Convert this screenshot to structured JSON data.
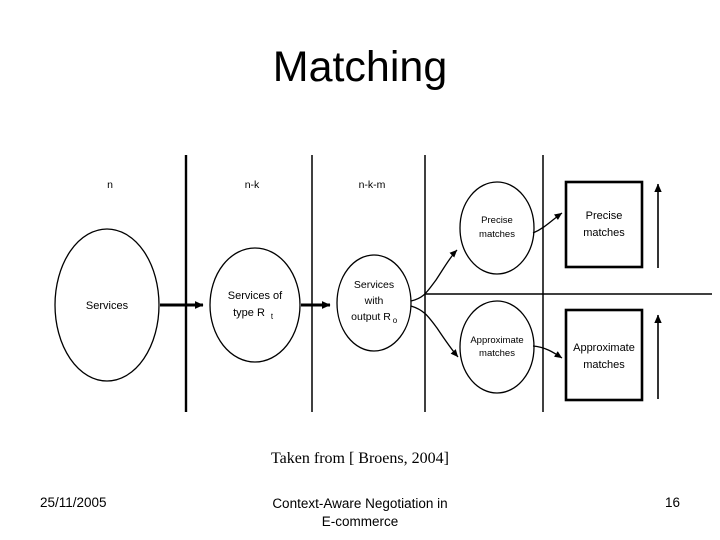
{
  "slide": {
    "title": "Matching",
    "caption": "Taken from [ Broens, 2004]"
  },
  "footer": {
    "date": "25/11/2005",
    "center_line1": "Context-Aware Negotiation in",
    "center_line2": "E-commerce",
    "page_number": "16"
  },
  "diagram": {
    "column_labels": {
      "n": "n",
      "n_k": "n-k",
      "n_k_m": "n-k-m"
    },
    "nodes": {
      "services": "Services",
      "services_of_type_line1": "Services of",
      "services_of_type_line2": "type R",
      "services_of_type_sub": "t",
      "services_with_output_line1": "Services",
      "services_with_output_line2": "with",
      "services_with_output_line3": "output R",
      "services_with_output_sub": "o",
      "precise_ellipse_line1": "Precise",
      "precise_ellipse_line2": "matches",
      "approximate_ellipse_line1": "Approximate",
      "approximate_ellipse_line2": "matches",
      "precise_box_line1": "Precise",
      "precise_box_line2": "matches",
      "approximate_box_line1": "Approximate",
      "approximate_box_line2": "matches"
    },
    "colors": {
      "stroke": "#000000",
      "background": "#ffffff"
    }
  }
}
